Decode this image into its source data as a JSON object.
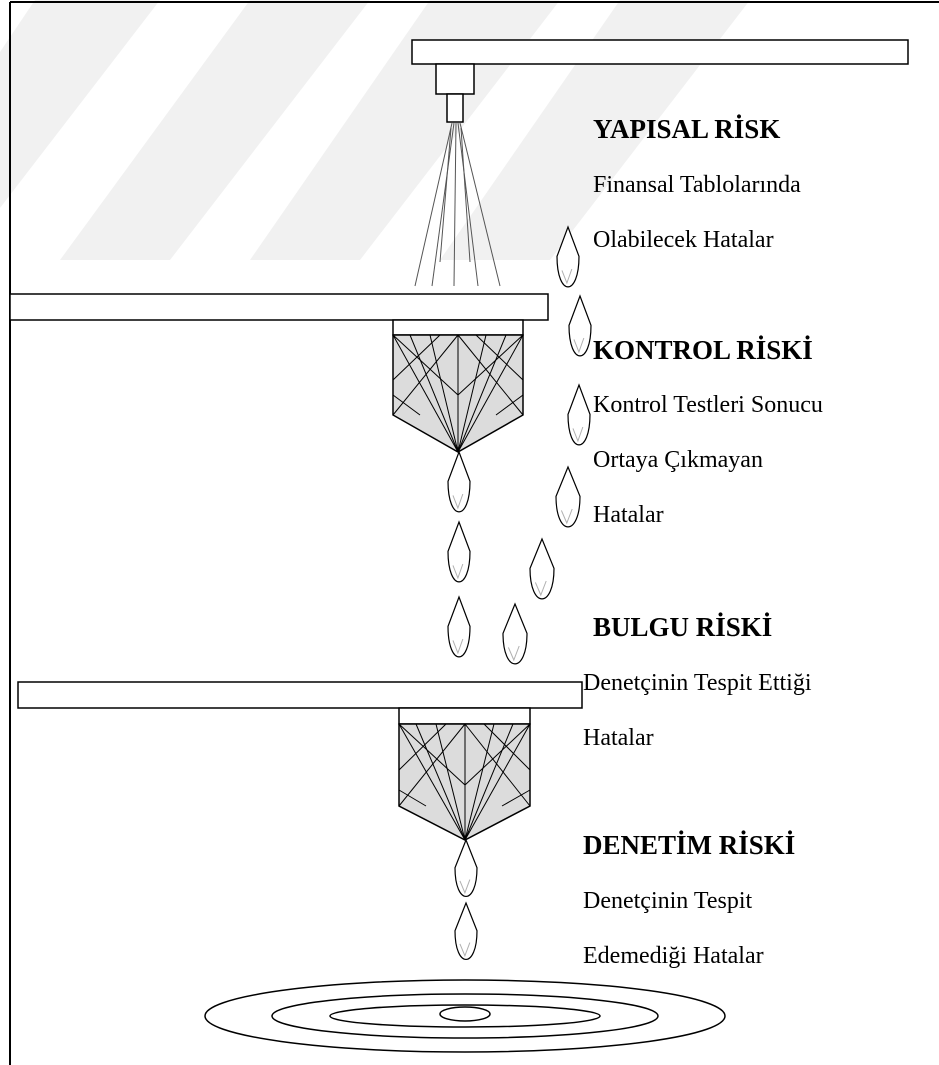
{
  "sections": [
    {
      "id": "yapisal",
      "heading": "YAPISAL RİSK",
      "lines": [
        "Finansal Tablolarında",
        "Olabilecek Hatalar"
      ]
    },
    {
      "id": "kontrol",
      "heading": "KONTROL RİSKİ",
      "lines": [
        "Kontrol Testleri Sonucu",
        "Ortaya Çıkmayan",
        "Hatalar"
      ]
    },
    {
      "id": "bulgu",
      "heading": "BULGU RİSKİ",
      "lines": [
        "Denetçinin Tespit Ettiği",
        "Hatalar"
      ]
    },
    {
      "id": "denetim",
      "heading": "DENETİM RİSKİ",
      "lines": [
        "Denetçinin Tespit",
        "Edemediği Hatalar"
      ]
    }
  ],
  "colors": {
    "stroke": "#000000",
    "filter_fill": "#dcdcdc",
    "background": "#ffffff",
    "watermark": "#f1f1f1",
    "drop_inner": "#b0b0b0"
  },
  "icons": {
    "faucet": "faucet-icon",
    "filter": "filter-funnel-icon",
    "drop": "water-drop-icon",
    "puddle": "water-ripple-icon"
  }
}
